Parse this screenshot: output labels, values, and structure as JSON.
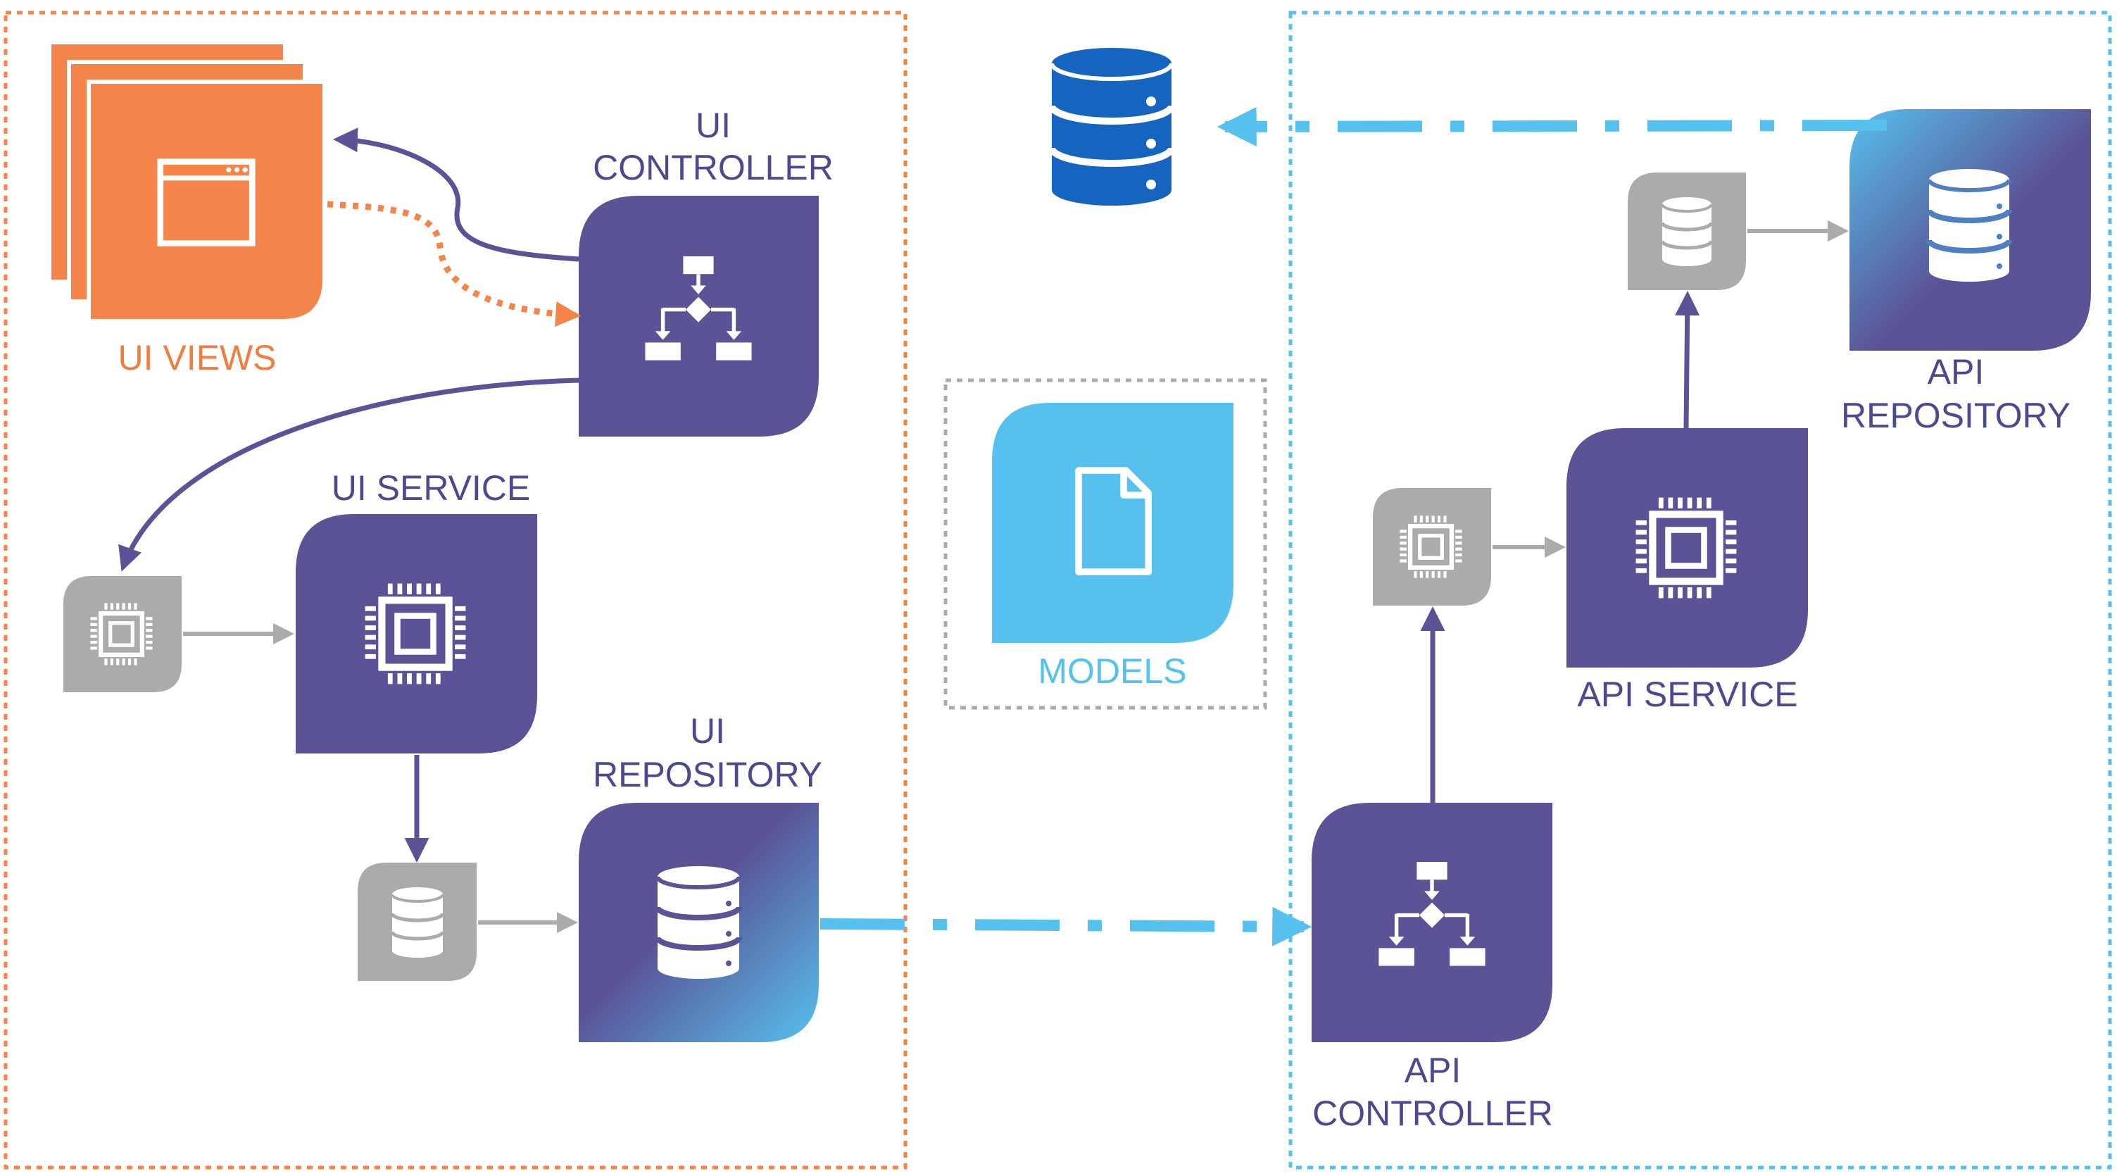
{
  "colors": {
    "purple": "#5a5396",
    "orange": "#f4844a",
    "gray": "#ababab",
    "sky": "#56c1ee",
    "db_blue": "#1565c0",
    "label_purple": "#4b4a8f",
    "label_orange": "#f07e3f"
  },
  "labels": {
    "ui_views": "UI VIEWS",
    "ui_controller_1": "UI",
    "ui_controller_2": "CONTROLLER",
    "ui_service": "UI SERVICE",
    "ui_repository_1": "UI",
    "ui_repository_2": "REPOSITORY",
    "models": "MODELS",
    "api_service": "API SERVICE",
    "api_controller_1": "API",
    "api_controller_2": "CONTROLLER",
    "api_repository_1": "API",
    "api_repository_2": "REPOSITORY"
  },
  "icons": {
    "ui_views": "browser-window-icon",
    "controller": "flowchart-icon",
    "service": "cpu-chip-icon",
    "repository": "database-icon",
    "models": "document-icon",
    "external_db": "database-icon"
  }
}
